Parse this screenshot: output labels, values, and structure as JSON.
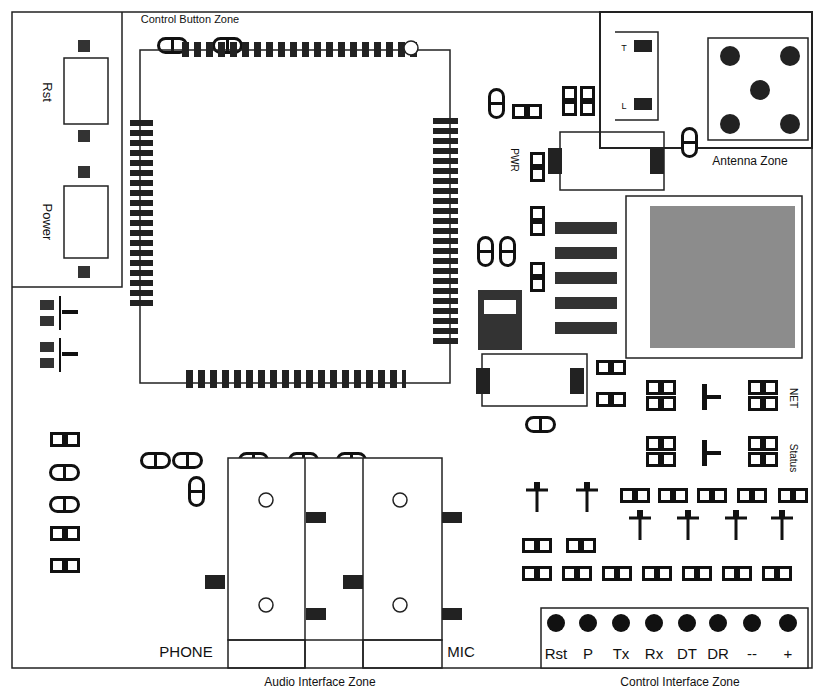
{
  "diagram": {
    "labels": [
      "Control Button Zone",
      "Rst",
      "T",
      "L",
      "Antenna Zone",
      "Power",
      "PWR",
      "NET",
      "Status",
      "PHONE",
      "MIC",
      "Rst",
      "P",
      "Tx",
      "Rx",
      "DT",
      "DR",
      "--",
      "+",
      "Audio Interface Zone",
      "Control Interface Zone"
    ]
  }
}
